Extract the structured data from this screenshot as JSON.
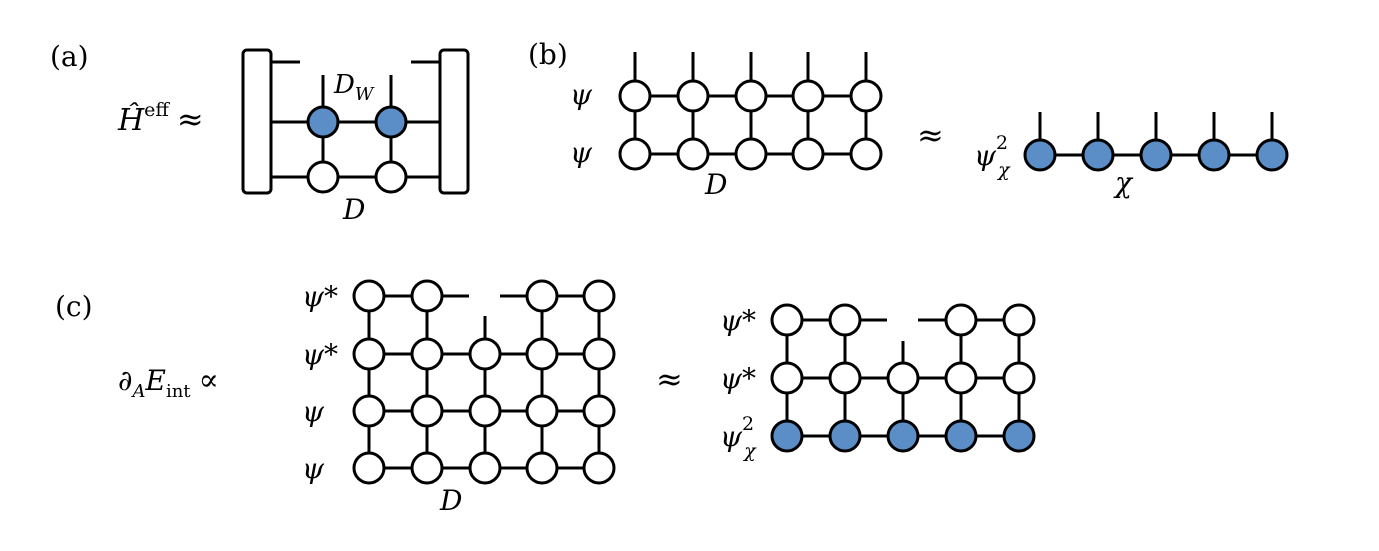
{
  "colors": {
    "filled_node": "#5b8ec6",
    "empty_node": "#ffffff",
    "stroke": "#000000"
  },
  "panel_a": {
    "label": "(a)",
    "lhs_base": "Ĥ",
    "lhs_sup": "eff",
    "approx": "≈",
    "bond_mpo_base": "D",
    "bond_mpo_sub": "W",
    "bond_label": "D"
  },
  "panel_b": {
    "label": "(b)",
    "row_labels": [
      "ψ",
      "ψ"
    ],
    "approx": "≈",
    "bond_label": "D",
    "rhs_base": "ψ",
    "rhs_sup": "2",
    "rhs_sub": "χ",
    "rhs_bond": "χ"
  },
  "panel_c": {
    "label": "(c)",
    "lhs_d": "∂",
    "lhs_sub_a": "A",
    "lhs_e": "E",
    "lhs_sub_int": "int",
    "propto": "∝",
    "row_labels": [
      "ψ*",
      "ψ*",
      "ψ",
      "ψ"
    ],
    "bond_label": "D",
    "approx": "≈",
    "rhs_row_labels": [
      "ψ*",
      "ψ*"
    ],
    "rhs_base": "ψ",
    "rhs_sup": "2",
    "rhs_sub": "χ"
  }
}
